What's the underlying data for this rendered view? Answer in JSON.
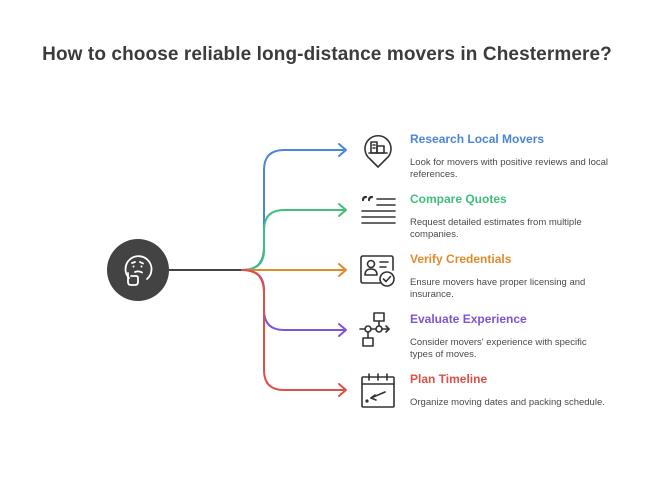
{
  "title": "How to choose reliable long-distance movers in Chestermere?",
  "hub": {
    "icon": "thinking-face-icon",
    "color": "#434343"
  },
  "items": [
    {
      "title": "Research Local Movers",
      "desc": "Look for movers with positive reviews and local references.",
      "color": "#4a86d9",
      "icon": "map-pin-building-icon"
    },
    {
      "title": "Compare Quotes",
      "desc": "Request detailed estimates from multiple companies.",
      "color": "#3fbe7c",
      "icon": "quote-lines-icon"
    },
    {
      "title": "Verify Credentials",
      "desc": "Ensure movers have proper licensing and insurance.",
      "color": "#e08a2c",
      "icon": "id-card-check-icon"
    },
    {
      "title": "Evaluate Experience",
      "desc": "Consider movers' experience with specific types of moves.",
      "color": "#7b55d6",
      "icon": "flowchart-icon"
    },
    {
      "title": "Plan Timeline",
      "desc": "Organize moving dates and packing schedule.",
      "color": "#dc5147",
      "icon": "calendar-icon"
    }
  ]
}
